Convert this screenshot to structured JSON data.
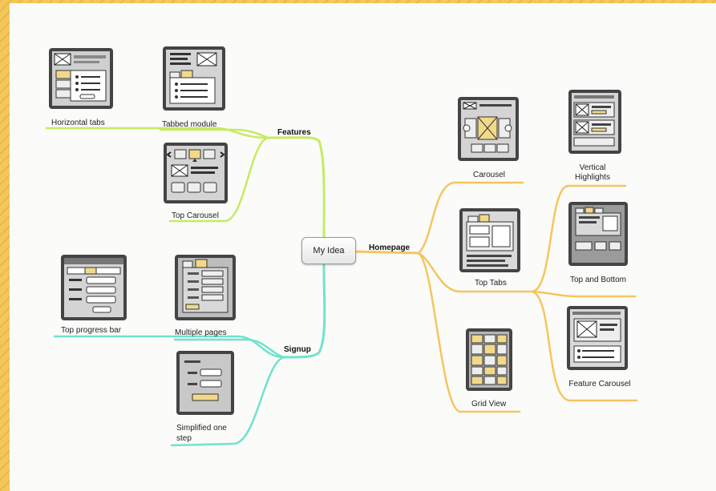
{
  "root": {
    "label": "My Idea"
  },
  "colors": {
    "features": "#c7ea63",
    "signup": "#6fe3cd",
    "homepage": "#f6c55e",
    "frame_bg": "#f4c75d"
  },
  "branches": {
    "features": {
      "label": "Features",
      "children": [
        {
          "label": "Horizontal tabs",
          "icon": "horizontal-tabs-wireframe"
        },
        {
          "label": "Tabbed module",
          "icon": "tabbed-module-wireframe"
        },
        {
          "label": "Top Carousel",
          "icon": "top-carousel-wireframe"
        }
      ]
    },
    "signup": {
      "label": "Signup",
      "children": [
        {
          "label": "Top progress bar",
          "icon": "top-progress-bar-wireframe"
        },
        {
          "label": "Multiple pages",
          "icon": "multiple-pages-wireframe"
        },
        {
          "label": "Simplified one step",
          "icon": "simplified-one-step-wireframe"
        }
      ]
    },
    "homepage": {
      "label": "Homepage",
      "children": [
        {
          "label": "Carousel",
          "icon": "carousel-wireframe"
        },
        {
          "label": "Top Tabs",
          "icon": "top-tabs-wireframe"
        },
        {
          "label": "Grid View",
          "icon": "grid-view-wireframe"
        }
      ],
      "sub_children": [
        {
          "label": "Vertical Highlights",
          "icon": "vertical-highlights-wireframe"
        },
        {
          "label": "Top and Bottom",
          "icon": "top-and-bottom-wireframe"
        },
        {
          "label": "Feature Carousel",
          "icon": "feature-carousel-wireframe"
        }
      ]
    }
  }
}
